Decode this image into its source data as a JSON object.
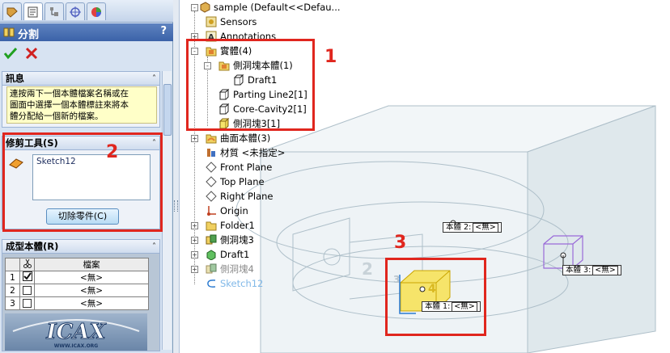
{
  "panel": {
    "title": "分割",
    "help": "?",
    "message_header": "訊息",
    "message_lines": [
      "連按兩下一個本體檔案名稱或在",
      "圖面中選擇一個本體標註來將本",
      "體分配給一個新的檔案。"
    ],
    "trim_tools_header": "修剪工具(S)",
    "sketch_item": "Sketch12",
    "cut_part_button": "切除零件(C)",
    "resulting_bodies_header": "成型本體(R)",
    "table": {
      "col_check_icon": "scissors-icon",
      "col_file": "檔案",
      "rows": [
        {
          "num": "1",
          "checked": true,
          "file": "<無>"
        },
        {
          "num": "2",
          "checked": false,
          "file": "<無>"
        },
        {
          "num": "3",
          "checked": false,
          "file": "<無>"
        }
      ]
    },
    "logo_text": "ICAX",
    "logo_sub": "WWW.ICAX.ORG"
  },
  "tree": {
    "root": "sample  (Default<<Defau...",
    "items": [
      {
        "label": "Sensors",
        "icon": "sensor-icon"
      },
      {
        "label": "Annotations",
        "icon": "annotation-icon"
      },
      {
        "label": "實體(4)",
        "icon": "solid-bodies-folder-icon"
      },
      {
        "label": "側洞塊本體(1)",
        "icon": "folder-icon"
      },
      {
        "label": "Draft1",
        "icon": "body-icon"
      },
      {
        "label": "Parting Line2[1]",
        "icon": "body-icon"
      },
      {
        "label": "Core-Cavity2[1]",
        "icon": "body-icon"
      },
      {
        "label": "側洞塊3[1]",
        "icon": "body-icon"
      },
      {
        "label": "曲面本體(3)",
        "icon": "surface-bodies-icon"
      },
      {
        "label": "材質 <未指定>",
        "icon": "material-icon"
      },
      {
        "label": "Front Plane",
        "icon": "plane-icon"
      },
      {
        "label": "Top Plane",
        "icon": "plane-icon"
      },
      {
        "label": "Right Plane",
        "icon": "plane-icon"
      },
      {
        "label": "Origin",
        "icon": "origin-icon"
      },
      {
        "label": "Folder1",
        "icon": "folder-icon"
      },
      {
        "label": "側洞塊3",
        "icon": "feature-icon"
      },
      {
        "label": "Draft1",
        "icon": "draft-icon"
      },
      {
        "label": "側洞塊4",
        "icon": "feature-icon"
      },
      {
        "label": "Sketch12",
        "icon": "sketch-icon"
      }
    ]
  },
  "viewport": {
    "tags": [
      {
        "label": "本體 2:",
        "value": "<無>"
      },
      {
        "label": "本體 3:",
        "value": "<無>"
      },
      {
        "label": "本體 1:",
        "value": "<無>"
      }
    ],
    "face_digits": [
      "2",
      "3",
      "4"
    ]
  },
  "callouts": [
    "1",
    "2",
    "3"
  ],
  "colors": {
    "accent_red": "#e0261e",
    "title_blue": "#3b62a8",
    "message_yellow": "#ffffc8",
    "sketch_blue": "#2a7ad0"
  }
}
